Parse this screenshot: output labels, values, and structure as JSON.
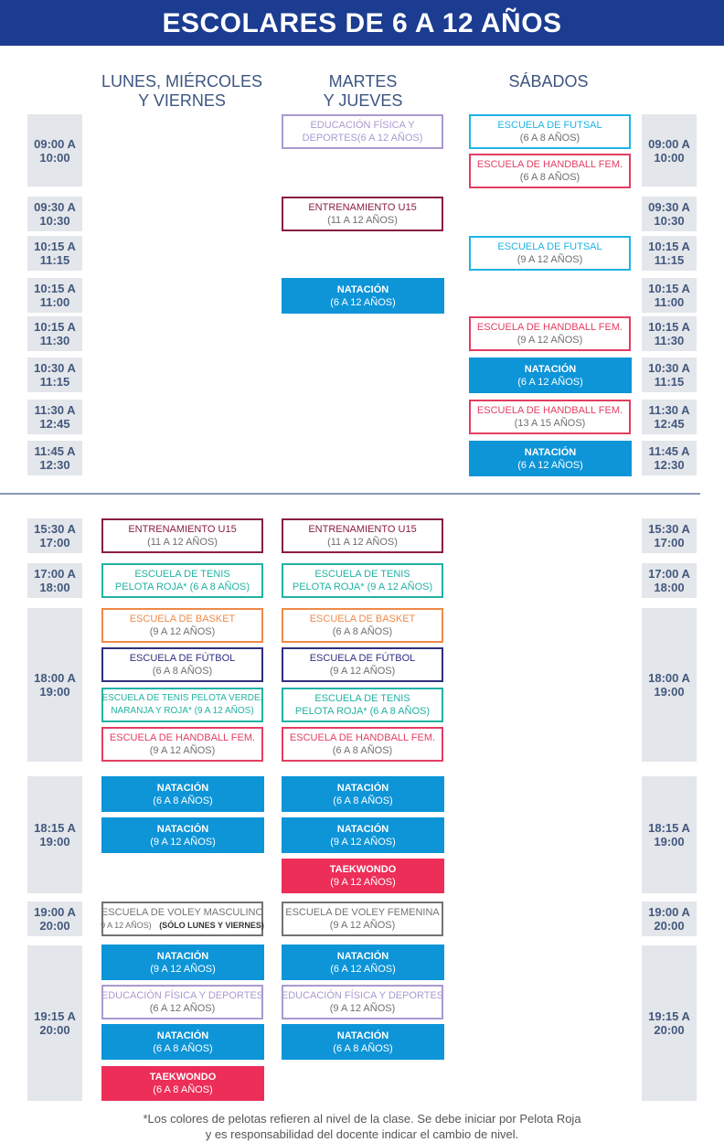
{
  "title": "ESCOLARES DE 6 A 12 AÑOS",
  "columns": {
    "lmv_line1": "LUNES, MIÉRCOLES",
    "lmv_line2": "Y VIERNES",
    "mj_line1": "MARTES",
    "mj_line2": "Y JUEVES",
    "sab": "SÁBADOS"
  },
  "colors": {
    "banner": "#1b3c90",
    "purple_light": "#a99ad0",
    "maroon": "#8a1d45",
    "cyan": "#1eb4e4",
    "pink": "#e23e62",
    "blue_fill": "#0d95d8",
    "teal": "#21b2a2",
    "orange": "#ef8a48",
    "navy": "#2f2f7e",
    "gray": "#737373",
    "taekwondo": "#ec2e59",
    "time_bg": "#e3e6ea"
  },
  "times": {
    "t0900": "09:00 A\n10:00",
    "t0930": "09:30 A\n10:30",
    "t1015a": "10:15 A\n11:15",
    "t1015b": "10:15 A\n11:00",
    "t1015c": "10:15 A\n11:30",
    "t1030": "10:30 A\n11:15",
    "t1130": "11:30 A\n12:45",
    "t1145": "11:45 A\n12:30",
    "t1530": "15:30 A\n17:00",
    "t1700": "17:00 A\n18:00",
    "t1800": "18:00 A\n19:00",
    "t1815": "18:15 A\n19:00",
    "t1900": "19:00 A\n20:00",
    "t1915": "19:15 A\n20:00"
  },
  "activities": {
    "mj_edfis_am": {
      "l1": "EDUCACIÓN FÍSICA Y",
      "l2": "DEPORTES(6 A 12 AÑOS)"
    },
    "sab_futsal1": {
      "l1": "ESCUELA DE FUTSAL",
      "l2": "(6 A 8 AÑOS)"
    },
    "sab_handball1": {
      "l1": "ESCUELA DE HANDBALL FEM.",
      "l2": "(6 A 8 AÑOS)"
    },
    "mj_u15_am": {
      "l1": "ENTRENAMIENTO U15",
      "l2": "(11 A 12 AÑOS)"
    },
    "sab_futsal2": {
      "l1": "ESCUELA DE FUTSAL",
      "l2": "(9 A 12 AÑOS)"
    },
    "mj_nat_am": {
      "l1": "NATACIÓN",
      "l2": "(6 A 12 AÑOS)"
    },
    "sab_handball2": {
      "l1": "ESCUELA DE HANDBALL FEM.",
      "l2": "(9 A 12 AÑOS)"
    },
    "sab_nat1": {
      "l1": "NATACIÓN",
      "l2": "(6 A 12 AÑOS)"
    },
    "sab_handball3": {
      "l1": "ESCUELA DE HANDBALL FEM.",
      "l2": "(13 A 15 AÑOS)"
    },
    "sab_nat2": {
      "l1": "NATACIÓN",
      "l2": "(6 A 12 AÑOS)"
    },
    "lmv_u15": {
      "l1": "ENTRENAMIENTO U15",
      "l2": "(11 A 12 AÑOS)"
    },
    "mj_u15": {
      "l1": "ENTRENAMIENTO U15",
      "l2": "(11 A 12 AÑOS)"
    },
    "lmv_tenis1": {
      "l1": "ESCUELA DE TENIS",
      "l2": "PELOTA ROJA* (6 A 8 AÑOS)"
    },
    "mj_tenis1": {
      "l1": "ESCUELA DE TENIS",
      "l2": "PELOTA ROJA* (9 A 12 AÑOS)"
    },
    "lmv_basket": {
      "l1": "ESCUELA DE BASKET",
      "l2": "(9 A 12 AÑOS)"
    },
    "mj_basket": {
      "l1": "ESCUELA DE BASKET",
      "l2": "(6 A 8 AÑOS)"
    },
    "lmv_futbol": {
      "l1": "ESCUELA DE FÚTBOL",
      "l2": "(6 A 8 AÑOS)"
    },
    "mj_futbol": {
      "l1": "ESCUELA DE FÚTBOL",
      "l2": "(9 A 12 AÑOS)"
    },
    "lmv_tenis2": {
      "l1": "ESCUELA DE TENIS PELOTA VERDE,",
      "l2": "NARANJA Y ROJA* (9 A 12 AÑOS)"
    },
    "mj_tenis2": {
      "l1": "ESCUELA DE TENIS",
      "l2": "PELOTA ROJA* (6 A 8 AÑOS)"
    },
    "lmv_handball": {
      "l1": "ESCUELA DE HANDBALL FEM.",
      "l2": "(9 A 12 AÑOS)"
    },
    "mj_handball": {
      "l1": "ESCUELA DE HANDBALL FEM.",
      "l2": "(6 A 8 AÑOS)"
    },
    "lmv_nat1": {
      "l1": "NATACIÓN",
      "l2": "(6 A 8 AÑOS)"
    },
    "mj_nat1": {
      "l1": "NATACIÓN",
      "l2": "(6 A 8 AÑOS)"
    },
    "lmv_nat2": {
      "l1": "NATACIÓN",
      "l2": "(9 A 12 AÑOS)"
    },
    "mj_nat2": {
      "l1": "NATACIÓN",
      "l2": "(9 A 12 AÑOS)"
    },
    "mj_tkd": {
      "l1": "TAEKWONDO",
      "l2": "(9 A 12 AÑOS)"
    },
    "lmv_voley": {
      "l1": "ESCUELA DE VOLEY MASCULINO",
      "l2": "9 A 12 AÑOS)",
      "l2b": "(SÓLO LUNES Y VIERNES)"
    },
    "mj_voley": {
      "l1": "ESCUELA DE VOLEY FEMENINA",
      "l2": "(9 A 12 AÑOS)"
    },
    "lmv_nat3": {
      "l1": "NATACIÓN",
      "l2": "(9 A 12 AÑOS)"
    },
    "mj_nat3": {
      "l1": "NATACIÓN",
      "l2": "(6 A 12 AÑOS)"
    },
    "lmv_edfis": {
      "l1": "EDUCACIÓN FÍSICA Y DEPORTES",
      "l2": "(6 A 12 AÑOS)"
    },
    "mj_edfis": {
      "l1": "EDUCACIÓN FÍSICA Y DEPORTES",
      "l2": "(9 A 12 AÑOS)"
    },
    "lmv_nat4": {
      "l1": "NATACIÓN",
      "l2": "(6 A 8 AÑOS)"
    },
    "mj_nat4": {
      "l1": "NATACIÓN",
      "l2": "(6 A 8 AÑOS)"
    },
    "lmv_tkd": {
      "l1": "TAEKWONDO",
      "l2": "(6 A 8 AÑOS)"
    }
  },
  "footnote": {
    "line1": "*Los colores de pelotas refieren al nivel de la clase. Se debe iniciar por Pelota Roja",
    "line2": "y es responsabilidad del docente indicar el cambio de nivel."
  }
}
